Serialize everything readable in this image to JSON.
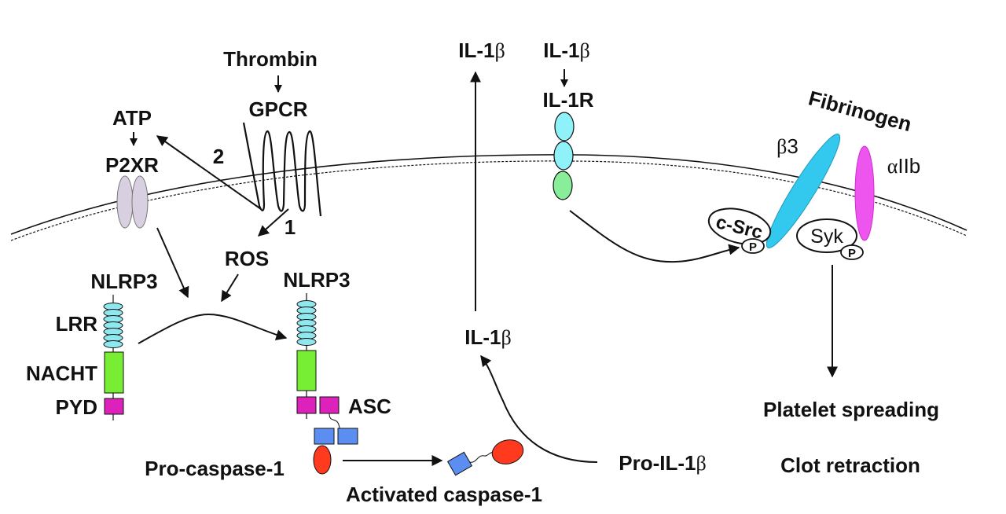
{
  "diagram": {
    "type": "signaling-pathway",
    "colors": {
      "lrr": "#8fe8ee",
      "nacht": "#77ee33",
      "pyd": "#dd22bb",
      "card": "#5b8ef0",
      "caspase": "#ff3a1f",
      "p2xr": "#d8d0e0",
      "il1r_ecto": "#8ff2f8",
      "il1r_tir": "#88ee99",
      "beta3": "#33c8ee",
      "alpha2b": "#ee55ee"
    },
    "labels": {
      "thrombin": "Thrombin",
      "gpcr": "GPCR",
      "atp": "ATP",
      "p2xr": "P2XR",
      "step2": "2",
      "step1": "1",
      "ros": "ROS",
      "nlrp3_left": "NLRP3",
      "nlrp3_right": "NLRP3",
      "lrr": "LRR",
      "nacht": "NACHT",
      "pyd": "PYD",
      "asc": "ASC",
      "pro_caspase": "Pro-caspase-1",
      "activated_caspase": "Activated caspase-1",
      "il1b_secreted": {
        "prefix": "IL-1",
        "greek": "β"
      },
      "il1b_ligand": {
        "prefix": "IL-1",
        "greek": "β"
      },
      "il1r": "IL-1R",
      "il1b_mature": {
        "prefix": "IL-1",
        "greek": "β"
      },
      "pro_il1b": {
        "prefix": "Pro-IL-1",
        "greek": "β"
      },
      "fibrinogen": "Fibrinogen",
      "beta3": {
        "greek": "β",
        "suffix": "3"
      },
      "alpha2b": {
        "greek": "α",
        "suffix": "IIb"
      },
      "csrc": "c-Src",
      "syk": "Syk",
      "phospho": "P",
      "platelet_spreading": "Platelet spreading",
      "clot_retraction": "Clot retraction"
    },
    "edges": [
      {
        "from": "Thrombin",
        "to": "GPCR"
      },
      {
        "from": "ATP",
        "to": "P2XR"
      },
      {
        "from": "GPCR",
        "to": "ATP",
        "label": "2"
      },
      {
        "from": "GPCR",
        "to": "ROS",
        "label": "1"
      },
      {
        "from": "P2XR",
        "to": "NLRP3 activation"
      },
      {
        "from": "ROS",
        "to": "NLRP3 activation"
      },
      {
        "from": "NLRP3 (inactive)",
        "to": "NLRP3 inflammasome"
      },
      {
        "from": "Pro-caspase-1",
        "to": "Activated caspase-1"
      },
      {
        "from": "Pro-IL-1β",
        "to": "IL-1β"
      },
      {
        "from": "IL-1β",
        "to": "IL-1β (secreted)"
      },
      {
        "from": "IL-1β",
        "to": "IL-1R"
      },
      {
        "from": "IL-1R",
        "to": "c-Src P"
      },
      {
        "from": "Syk P",
        "to": "Platelet spreading / Clot retraction"
      }
    ]
  }
}
